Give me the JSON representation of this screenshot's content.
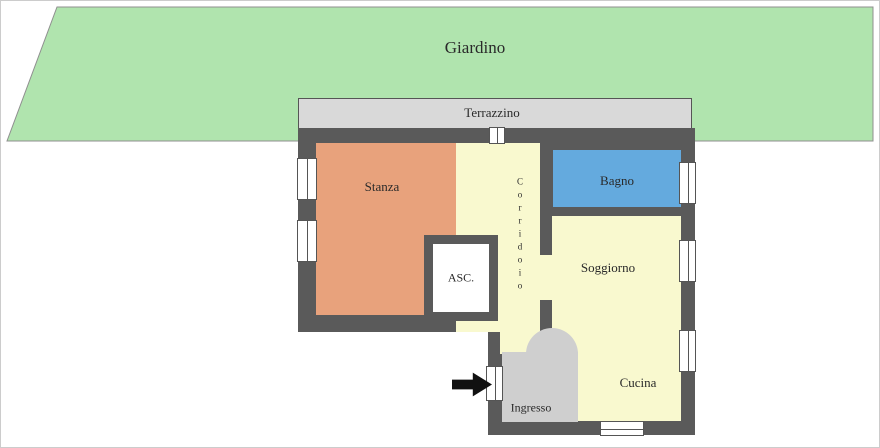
{
  "plan": {
    "garden": {
      "label": "Giardino",
      "color": "#b0e4ae"
    },
    "terrace": {
      "label": "Terrazzino",
      "color": "#d9d9d9"
    },
    "rooms": {
      "stanza": {
        "label": "Stanza",
        "color": "#e8a27c"
      },
      "corridoio": {
        "label": "Corridoio",
        "color": "#f9f9cf"
      },
      "bagno": {
        "label": "Bagno",
        "color": "#64aade"
      },
      "soggiorno": {
        "label": "Soggiorno",
        "color": "#f9f9cf"
      },
      "cucina": {
        "label": "Cucina",
        "color": "#f9f9cf"
      },
      "asc": {
        "label": "ASC.",
        "color": "#ffffff"
      },
      "ingresso": {
        "label": "Ingresso",
        "color": "#cfcfcf"
      }
    },
    "colors": {
      "wall": "#5a5a5a",
      "window": "#ffffff",
      "background": "#ffffff"
    }
  }
}
